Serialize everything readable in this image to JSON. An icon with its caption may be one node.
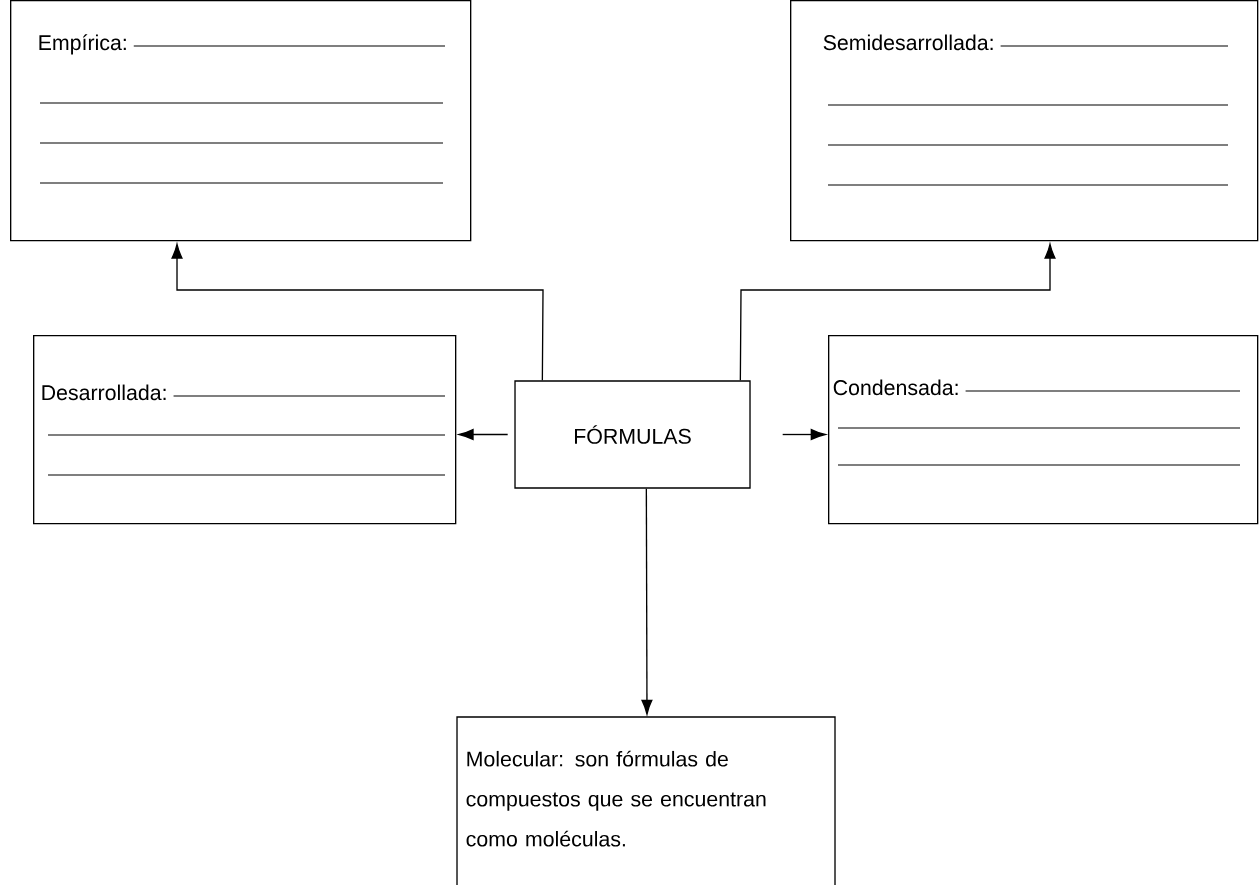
{
  "diagram": {
    "nodes": [
      {
        "text": [
          "FÓRMULAS"
        ]
      },
      {
        "text": [
          "Empírica:"
        ]
      },
      {
        "text": [
          "Semidesarrollada:"
        ]
      },
      {
        "text": [
          "Desarrollada:"
        ]
      },
      {
        "text": [
          "Condensada:"
        ]
      },
      {
        "text": [
          "Molecular: son fórmulas de compuestos que se encuentran como moléculas."
        ]
      }
    ],
    "edges": [
      {
        "from": 0,
        "to": 1,
        "arrow": "to"
      },
      {
        "from": 0,
        "to": 2,
        "arrow": "to"
      },
      {
        "from": 0,
        "to": 3,
        "arrow": "to"
      },
      {
        "from": 0,
        "to": 4,
        "arrow": "to"
      },
      {
        "from": 0,
        "to": 5,
        "arrow": "to"
      }
    ]
  }
}
